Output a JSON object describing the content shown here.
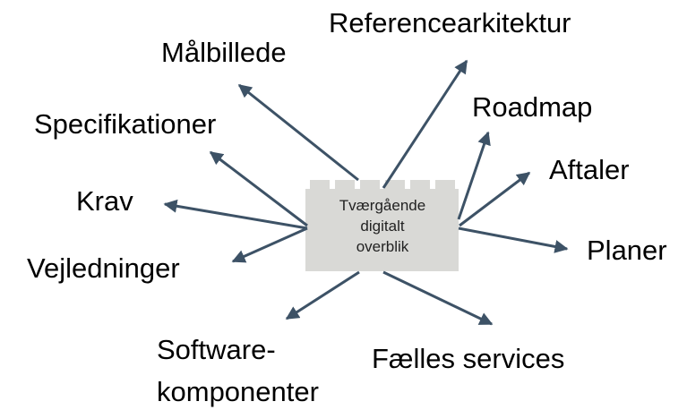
{
  "center": {
    "lines": [
      "Tværgående",
      "digitalt",
      "overblik"
    ],
    "fill": "#d9d9d6"
  },
  "arrow_color": "#3d5266",
  "labels": {
    "referencearkitektur": "Referencearkitektur",
    "malbillede": "Målbillede",
    "roadmap": "Roadmap",
    "specifikationer": "Specifikationer",
    "aftaler": "Aftaler",
    "krav": "Krav",
    "planer": "Planer",
    "vejledninger": "Vejledninger",
    "software_line1": "Software-",
    "software_line2": "komponenter",
    "faelles_services": "Fælles services"
  }
}
